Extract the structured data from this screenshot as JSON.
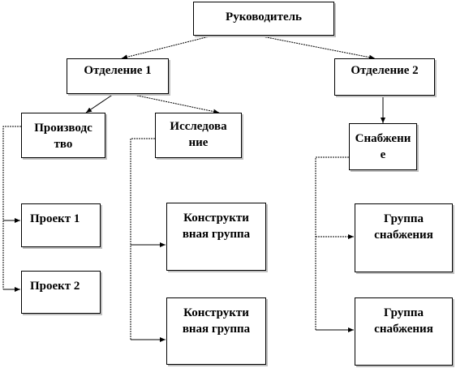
{
  "nodes": {
    "head": "Руководитель",
    "dept1": "Отделение 1",
    "dept2": "Отделение 2",
    "production": "Производс\nтво",
    "research": "Исследова\nние",
    "supply": "Снабжени\nе",
    "project1": "Проект 1",
    "project2": "Проект 2",
    "design1": "Конструкти\nвная группа",
    "design2": "Конструкти\nвная группа",
    "supplygroup1": "Группа\nснабжения",
    "supplygroup2": "Группа\nснабжения"
  }
}
